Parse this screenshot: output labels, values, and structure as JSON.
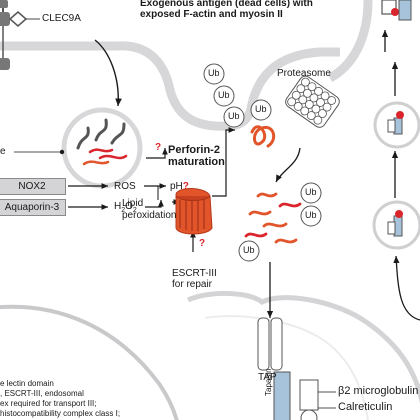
{
  "labels": {
    "clec9a": "CLEC9A",
    "exogenous_line1": "Exogenous antigen (dead cells) with",
    "exogenous_line2": "exposed F-actin and myosin II",
    "proteasome": "Proteasome",
    "ub": "Ub",
    "e_fragment": "e",
    "nox2": "NOX2",
    "aquaporin": "Aquaporin-3",
    "ros": "ROS",
    "ph": "pH",
    "h2o2_h": "H",
    "h2o2_2": "2",
    "h2o2_o": "O",
    "lipid1": "Lipid",
    "lipid2": "peroxidation",
    "perforin1": "Perforin-2",
    "perforin2": "maturation",
    "question": "?",
    "escrt1": "ESCRT-III",
    "escrt2": "for repair",
    "tap": "TAP",
    "tapasin": "Tapasin",
    "b2m": "β2 microglobulin",
    "calreticulin": "Calreticulin"
  },
  "legend": [
    "e lectin domain",
    ", ESCRT-III, endosomal",
    "ex required for transport III;",
    "histocompatibility complex class I;"
  ],
  "colors": {
    "red": "#d9252b",
    "orange": "#e2542a",
    "gray_dark": "#555555",
    "membrane": "#d7d7d9",
    "box_fill": "#d4d4d6"
  }
}
